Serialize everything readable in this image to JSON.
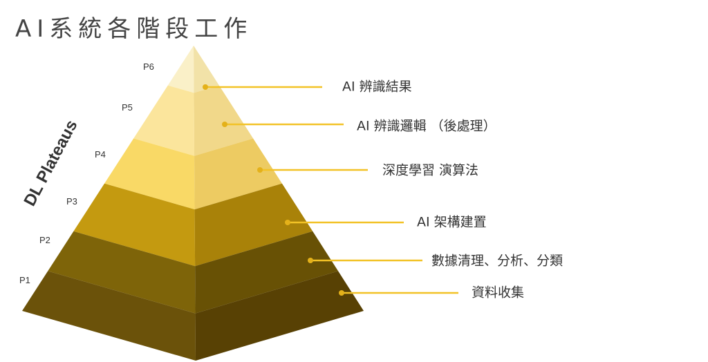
{
  "title": "AI系統各階段工作",
  "vertical_label": "DL Plateaus",
  "colors": {
    "leader": "#F2C226",
    "dot": "#E4B11A"
  },
  "levels": [
    {
      "id": "P6",
      "text": "AI 辨識結果",
      "left": "#FAF0C8",
      "right": "#F2E2A8"
    },
    {
      "id": "P5",
      "text": "AI 辨識邏輯 （後處理）",
      "left": "#FBE59C",
      "right": "#F1D88A"
    },
    {
      "id": "P4",
      "text": "深度學習 演算法",
      "left": "#F9D966",
      "right": "#EDCB62"
    },
    {
      "id": "P3",
      "text": "AI 架構建置",
      "left": "#C49A10",
      "right": "#A98209"
    },
    {
      "id": "P2",
      "text": "數據清理、分析、分類",
      "left": "#7E6409",
      "right": "#685105"
    },
    {
      "id": "P1",
      "text": "資料收集",
      "left": "#6B520A",
      "right": "#584104"
    }
  ]
}
